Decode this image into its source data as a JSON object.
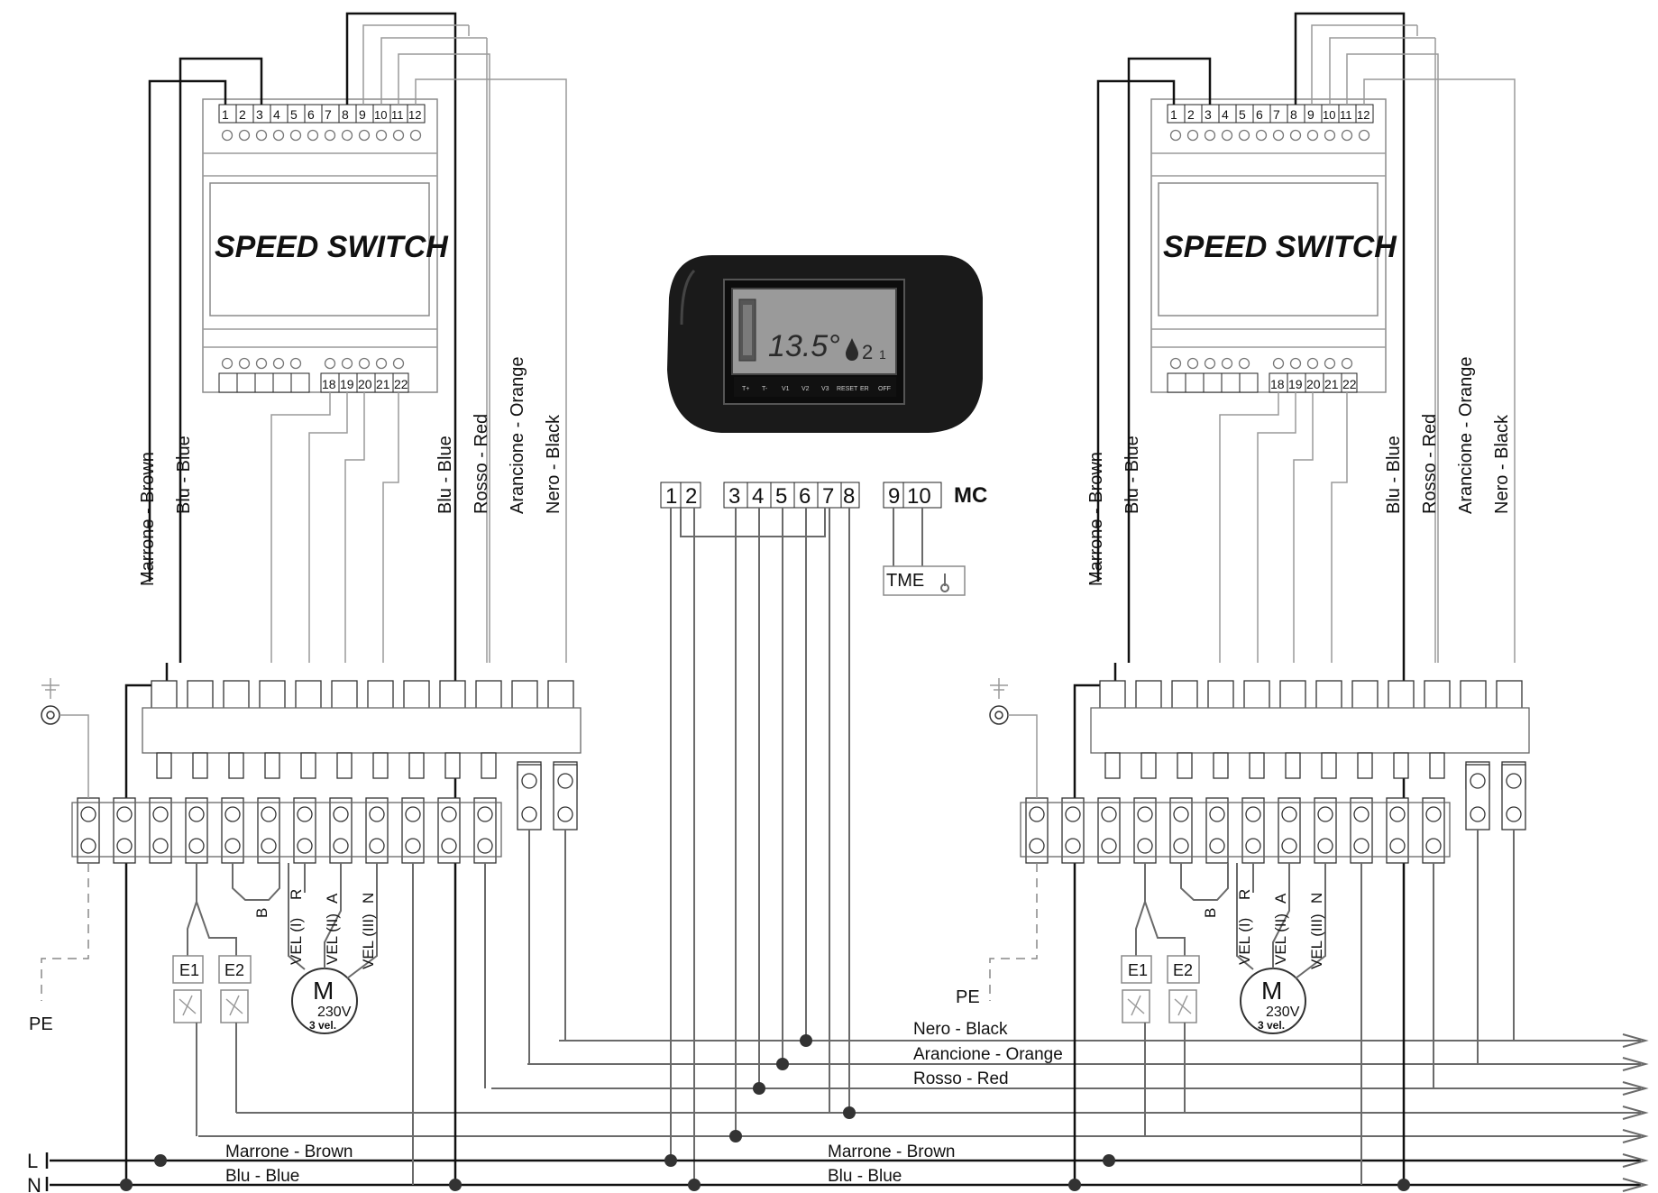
{
  "speed_switch": {
    "title": "SPEED SWITCH",
    "top_terminals": [
      "1",
      "2",
      "3",
      "4",
      "5",
      "6",
      "7",
      "8",
      "9",
      "10",
      "11",
      "12"
    ],
    "bottom_terminals": [
      "18",
      "19",
      "20",
      "21",
      "22"
    ]
  },
  "thermostat": {
    "display": {
      "temperature": "13.5°",
      "fan": "2",
      "mode_digit": "1"
    },
    "buttons": [
      "T+",
      "T-",
      "V1",
      "V2",
      "V3",
      "RESET",
      "ER",
      "OFF"
    ]
  },
  "terminals_mc": {
    "group_a": [
      "1",
      "2"
    ],
    "group_b": [
      "3",
      "4",
      "5",
      "6",
      "7",
      "8"
    ],
    "group_c": [
      "9",
      "10"
    ],
    "label": "MC",
    "sensor": "TME"
  },
  "vertical_labels": {
    "brown": "Marrone - Brown",
    "blue": "Blu - Blue",
    "red": "Rosso - Red",
    "orange": "Arancione - Orange",
    "black": "Nero - Black"
  },
  "bottom_bus": {
    "black": "Nero - Black",
    "orange": "Arancione - Orange",
    "red": "Rosso - Red",
    "brown": "Marrone - Brown",
    "blue": "Blu - Blue",
    "L": "L",
    "N": "N"
  },
  "components": {
    "e1": "E1",
    "e2": "E2",
    "motor": "M",
    "motor_voltage": "230V",
    "motor_speeds": "3 vel.",
    "bridge": "B",
    "vel1": "VEL (I)",
    "vel2": "VEL (II)",
    "vel3": "VEL (III)",
    "r": "R",
    "a": "A",
    "n": "N",
    "pe": "PE"
  }
}
